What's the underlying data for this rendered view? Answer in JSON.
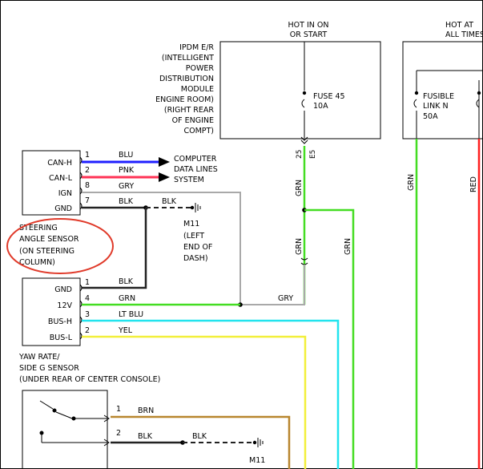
{
  "top_labels": {
    "hot_in_on_l1": "HOT IN ON",
    "hot_in_on_l2": "OR START",
    "hot_at_all_l1": "HOT AT",
    "hot_at_all_l2": "ALL TIMES"
  },
  "ipdm": {
    "lines": [
      "IPDM E/R",
      "(INTELLIGENT",
      "POWER",
      "DISTRIBUTION",
      "MODULE",
      "ENGINE ROOM)",
      "(RIGHT REAR",
      "OF ENGINE",
      "COMPT)"
    ],
    "fuse_name": "FUSE 45",
    "fuse_rating": "10A",
    "pin": "25",
    "connector": "E5"
  },
  "fusible_link": {
    "line1": "FUSIBLE",
    "line2": "LINK N",
    "rating": "50A"
  },
  "steering_sensor": {
    "pins": [
      {
        "name": "CAN-H",
        "num": "1",
        "color_label": "BLU"
      },
      {
        "name": "CAN-L",
        "num": "2",
        "color_label": "PNK"
      },
      {
        "name": "IGN",
        "num": "8",
        "color_label": "GRY"
      },
      {
        "name": "GND",
        "num": "7",
        "color_label": "BLK"
      }
    ],
    "label_lines": [
      "STEERING",
      "ANGLE SENSOR",
      "(ON STEERING",
      "COLUMN)"
    ]
  },
  "computer_lines": [
    "COMPUTER",
    "DATA LINES",
    "SYSTEM"
  ],
  "ground_m11_top": {
    "wire_label": "BLK",
    "name": "M11",
    "desc_lines": [
      "(LEFT",
      "END OF",
      "DASH)"
    ]
  },
  "yaw_sensor": {
    "pins": [
      {
        "name": "GND",
        "num": "1",
        "color_label": "BLK"
      },
      {
        "name": "12V",
        "num": "4",
        "color_label": "GRN"
      },
      {
        "name": "BUS-H",
        "num": "3",
        "color_label": "LT BLU"
      },
      {
        "name": "BUS-L",
        "num": "2",
        "color_label": "YEL"
      }
    ],
    "label_lines": [
      "YAW RATE/",
      "SIDE G SENSOR",
      "(UNDER REAR OF CENTER CONSOLE)"
    ]
  },
  "bottom_switch": {
    "pins": [
      {
        "num": "1",
        "color_label": "BRN"
      },
      {
        "num": "2",
        "color_label": "BLK"
      }
    ],
    "ground_wire_label": "BLK",
    "ground_name": "M11"
  },
  "wire_labels": {
    "gry_horizontal": "GRY",
    "grn_vertical_top": "GRN",
    "grn_vertical_mid": "GRN",
    "grn_vertical_branch": "GRN",
    "grn_far_left": "GRN",
    "red_far": "RED"
  },
  "colors": {
    "blu": "#1f1fff",
    "pnk": "#ff3355",
    "gry": "#a9a9a9",
    "blk": "#222222",
    "grn": "#44dd22",
    "ltblu": "#22e4ee",
    "yel": "#f2ef3a",
    "brn": "#b8862e",
    "red": "#ff1f1f",
    "circle": "#e03a2a"
  }
}
